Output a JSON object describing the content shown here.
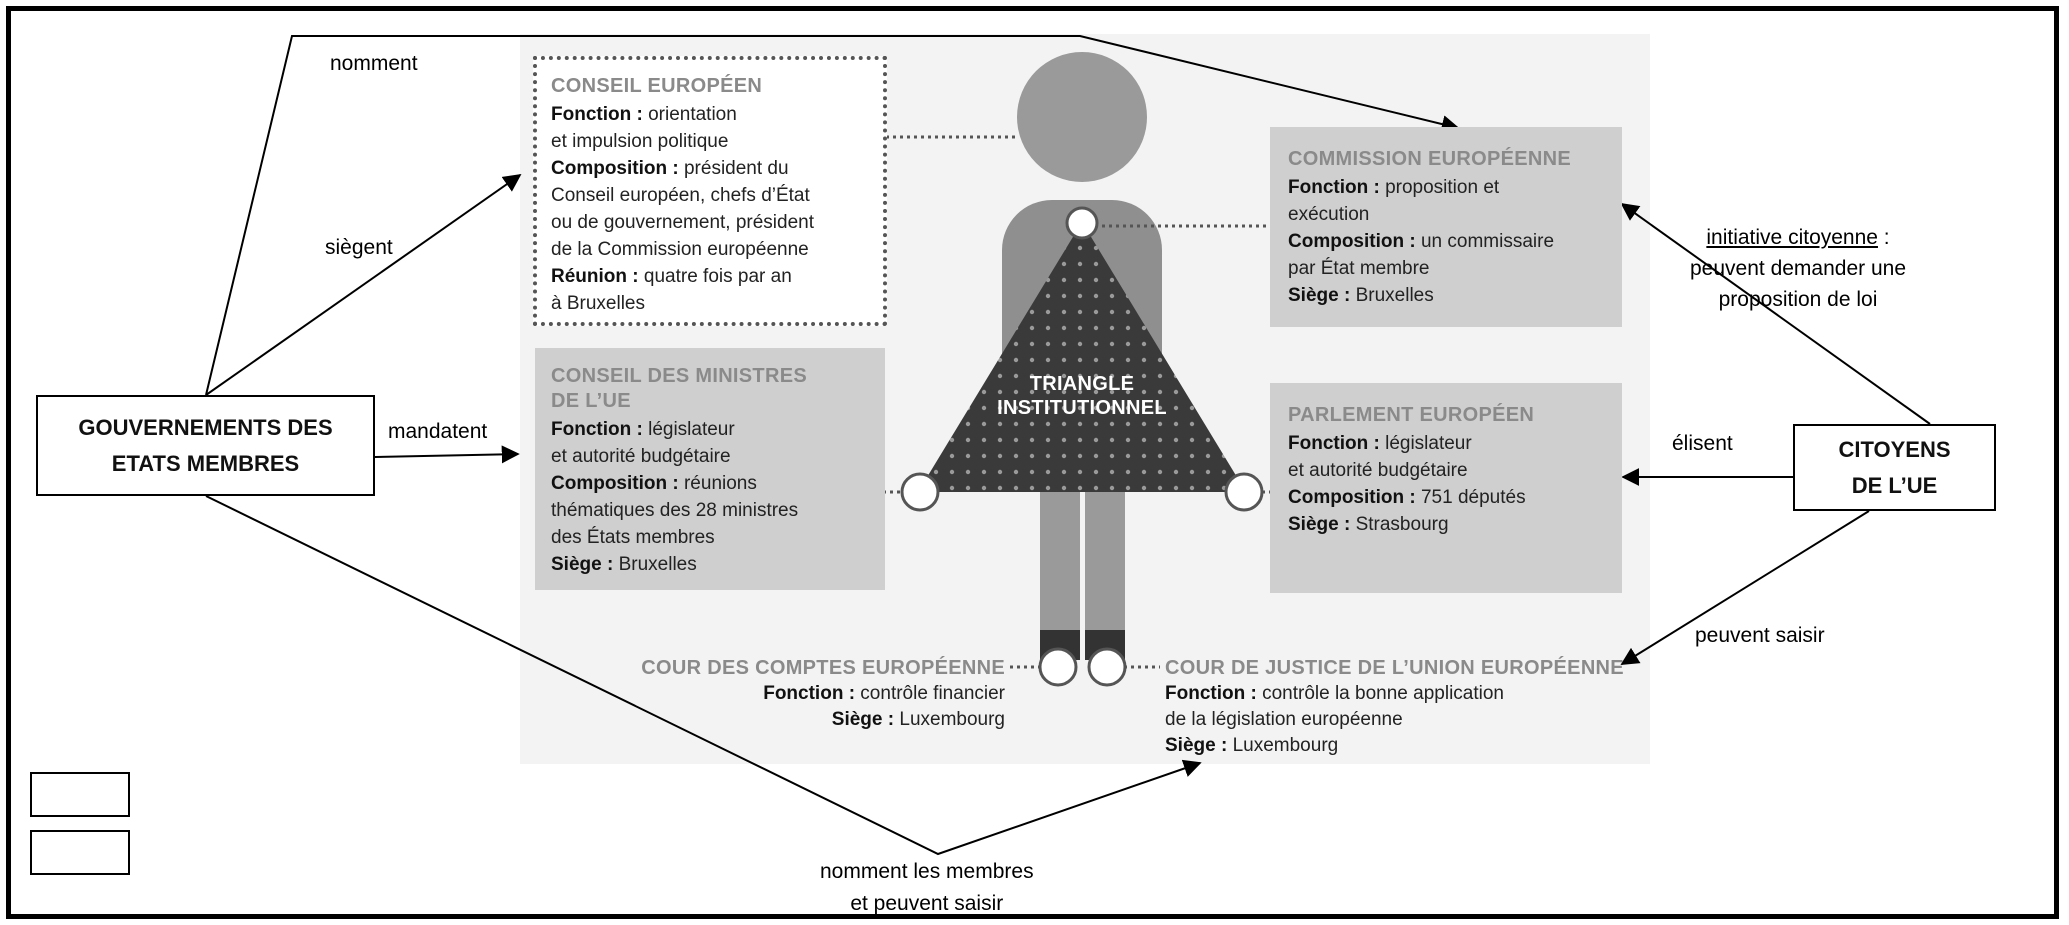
{
  "diagram": {
    "actors": {
      "governments": "GOUVERNEMENTS DES ETATS MEMBRES",
      "citizens": "CITOYENS DE L’UE"
    },
    "edge_labels": {
      "nomment": "nomment",
      "siegent": "siègent",
      "mandatent": "mandatent",
      "initiative_underlined": "initiative citoyenne",
      "initiative_rest_1": " :",
      "initiative_rest_2": "peuvent demander une",
      "initiative_rest_3": "proposition de loi",
      "elisent": "élisent",
      "peuvent_saisir": "peuvent saisir",
      "nomment_membres_1": "nomment les membres",
      "nomment_membres_2": "et peuvent saisir"
    },
    "center_label": {
      "line1": "TRIANGLE",
      "line2": "INSTITUTIONNEL"
    },
    "conseil_europeen": {
      "title": "CONSEIL EUROPÉEN",
      "fonction_label": "Fonction :",
      "fonction_1": " orientation",
      "fonction_2": "et impulsion politique",
      "composition_label": "Composition :",
      "composition_1": " président du",
      "composition_2": "Conseil européen, chefs d’État",
      "composition_3": "ou de gouvernement, président",
      "composition_4": "de la Commission européenne",
      "reunion_label": "Réunion :",
      "reunion_1": " quatre fois par an",
      "reunion_2": "à Bruxelles"
    },
    "conseil_ministres": {
      "title_1": "CONSEIL DES MINISTRES",
      "title_2": "DE L’UE",
      "fonction_label": "Fonction :",
      "fonction_1": " législateur",
      "fonction_2": "et autorité budgétaire",
      "composition_label": "Composition :",
      "composition_1": " réunions",
      "composition_2": "thématiques des 28 ministres",
      "composition_3": "des États membres",
      "siege_label": "Siège :",
      "siege": " Bruxelles"
    },
    "commission": {
      "title": "COMMISSION EUROPÉENNE",
      "fonction_label": "Fonction :",
      "fonction_1": " proposition et",
      "fonction_2": "exécution",
      "composition_label": "Composition :",
      "composition_1": " un commissaire",
      "composition_2": "par État membre",
      "siege_label": "Siège :",
      "siege": " Bruxelles"
    },
    "parlement": {
      "title": "PARLEMENT EUROPÉEN",
      "fonction_label": "Fonction :",
      "fonction_1": " législateur",
      "fonction_2": "et autorité budgétaire",
      "composition_label": "Composition :",
      "composition_1": " 751 députés",
      "siege_label": "Siège :",
      "siege": " Strasbourg"
    },
    "cour_comptes": {
      "title": "COUR DES COMPTES EUROPÉENNE",
      "fonction_label": "Fonction :",
      "fonction": " contrôle financier",
      "siege_label": "Siège :",
      "siege": " Luxembourg"
    },
    "cour_justice": {
      "title": "COUR DE JUSTICE DE L’UNION EUROPÉENNE",
      "fonction_label": "Fonction :",
      "fonction_1": " contrôle la bonne application",
      "fonction_2": "de la législation européenne",
      "siege_label": "Siège :",
      "siege": " Luxembourg"
    }
  }
}
